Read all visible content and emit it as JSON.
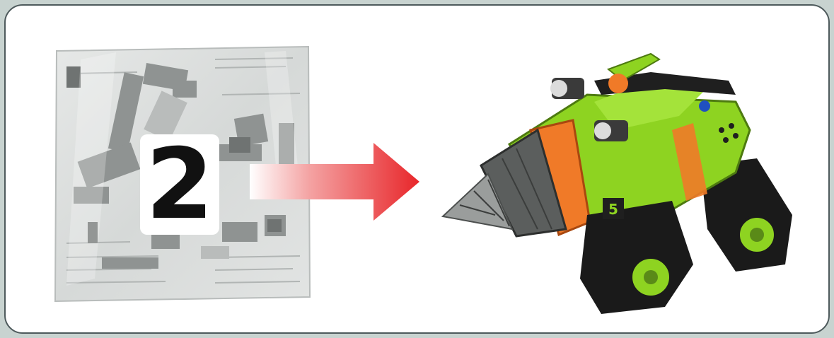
{
  "step": {
    "bag_number": "2"
  },
  "icons": {
    "bag": "parts-bag-illustration",
    "arrow": "right-arrow-icon",
    "model": "drill-vehicle-model-illustration"
  },
  "colors": {
    "border": "#4e5a5c",
    "panel": "#ffffff",
    "arrow": "#e8262a",
    "model_green": "#8ed321",
    "model_orange": "#f07a28",
    "tire": "#1a1a1a"
  }
}
